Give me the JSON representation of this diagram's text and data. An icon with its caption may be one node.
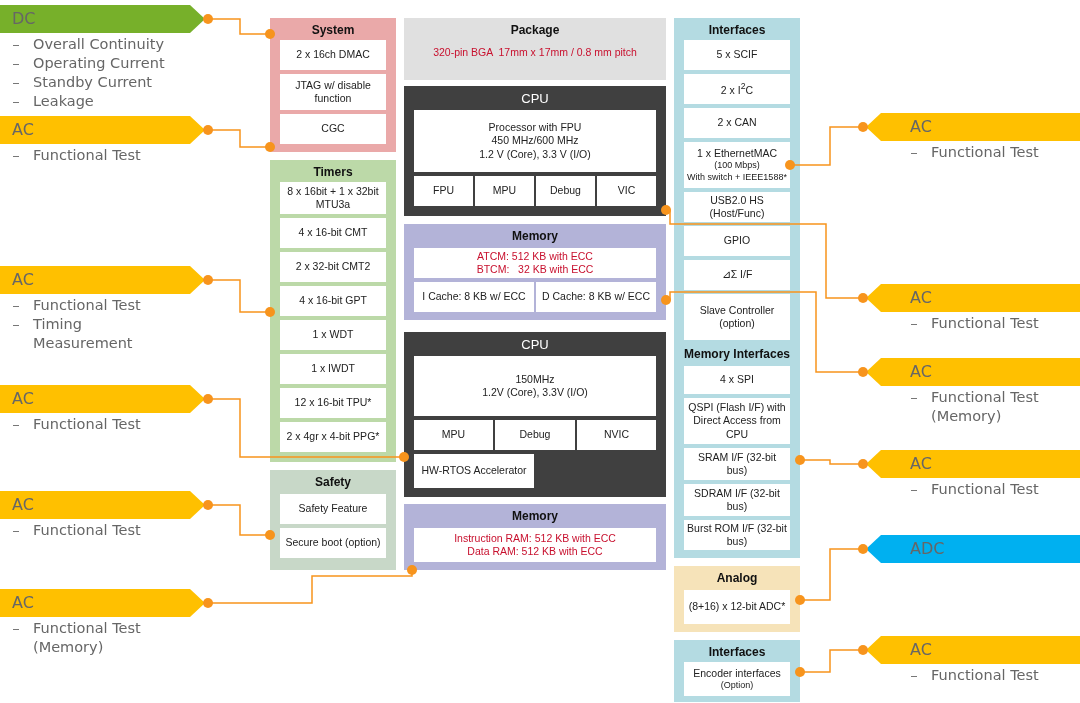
{
  "diagram": {
    "nodes": [
      {
        "text": [
          "DC",
          "Overall Continuity",
          "Operating Current",
          "Standby Current",
          "Leakage"
        ]
      },
      {
        "text": [
          "AC",
          "Functional Test"
        ]
      },
      {
        "text": [
          "AC",
          "Functional Test",
          "Timing Measurement"
        ]
      },
      {
        "text": [
          "AC",
          "Functional Test"
        ]
      },
      {
        "text": [
          "AC",
          "Functional Test"
        ]
      },
      {
        "text": [
          "AC",
          "Functional Test (Memory)"
        ]
      },
      {
        "text": [
          "System"
        ]
      },
      {
        "text": [
          "2 x 16ch DMAC"
        ],
        "in": 6
      },
      {
        "text": [
          "JTAG w/ disable function"
        ],
        "in": 6
      },
      {
        "text": [
          "CGC"
        ],
        "in": 6
      },
      {
        "text": [
          "Timers"
        ]
      },
      {
        "text": [
          "8 x 16bit + 1 x 32bit MTU3a"
        ],
        "in": 10
      },
      {
        "text": [
          "4 x 16-bit CMT"
        ],
        "in": 10
      },
      {
        "text": [
          "2 x 32-bit CMT2"
        ],
        "in": 10
      },
      {
        "text": [
          "4 x 16-bit GPT"
        ],
        "in": 10
      },
      {
        "text": [
          "1 x WDT"
        ],
        "in": 10
      },
      {
        "text": [
          "1 x IWDT"
        ],
        "in": 10
      },
      {
        "text": [
          "12 x 16-bit TPU*"
        ],
        "in": 10
      },
      {
        "text": [
          "2 x 4gr x 4-bit PPG*"
        ],
        "in": 10
      },
      {
        "text": [
          "Safety"
        ]
      },
      {
        "text": [
          "Safety Feature"
        ],
        "in": 19
      },
      {
        "text": [
          "Secure boot (option)"
        ],
        "in": 19
      },
      {
        "text": [
          "Package",
          "320-pin BGA  17mm x 17mm / 0.8 mm pitch"
        ]
      },
      {
        "text": [
          "CPU"
        ]
      },
      {
        "text": [
          "Processor with FPU",
          "450 MHz/600 MHz",
          "1.2 V (Core), 3.3 V (I/O)"
        ],
        "in": 23
      },
      {
        "text": [
          "FPU"
        ],
        "in": 23
      },
      {
        "text": [
          "MPU"
        ],
        "in": 23
      },
      {
        "text": [
          "Debug"
        ],
        "in": 23
      },
      {
        "text": [
          "VIC"
        ],
        "in": 23
      },
      {
        "text": [
          "Memory"
        ]
      },
      {
        "text": [
          "ATCM: 512 KB with ECC",
          "BTCM:   32 KB with ECC"
        ],
        "in": 29
      },
      {
        "text": [
          "I Cache: 8 KB w/ ECC"
        ],
        "in": 29
      },
      {
        "text": [
          "D Cache: 8 KB w/ ECC"
        ],
        "in": 29
      },
      {
        "text": [
          "CPU"
        ]
      },
      {
        "text": [
          "150MHz",
          "1.2V (Core), 3.3V (I/O)"
        ],
        "in": 33
      },
      {
        "text": [
          "MPU"
        ],
        "in": 33
      },
      {
        "text": [
          "Debug"
        ],
        "in": 33
      },
      {
        "text": [
          "NVIC"
        ],
        "in": 33
      },
      {
        "text": [
          "HW-RTOS Accelerator"
        ],
        "in": 33
      },
      {
        "text": [
          "Memory"
        ]
      },
      {
        "text": [
          "Instruction RAM: 512 KB with ECC",
          "Data RAM: 512 KB with ECC"
        ],
        "in": 39
      },
      {
        "text": [
          "Interfaces"
        ]
      },
      {
        "text": [
          "5 x SCIF"
        ],
        "in": 41
      },
      {
        "text": [
          "2 x I$^{2}$C"
        ],
        "in": 41
      },
      {
        "text": [
          "2 x CAN"
        ],
        "in": 41
      },
      {
        "text": [
          "1 x EthernetMAC",
          "(100 Mbps)",
          "With switch + IEEE1588*"
        ],
        "in": 41
      },
      {
        "text": [
          "USB2.0 HS (Host/Func)"
        ],
        "in": 41
      },
      {
        "text": [
          "GPIO"
        ],
        "in": 41
      },
      {
        "text": [
          "⊿Σ I/F"
        ],
        "in": 41
      },
      {
        "text": [
          "Slave Controller (option)"
        ],
        "in": 41
      },
      {
        "text": [
          "Memory Interfaces"
        ],
        "in": 41
      },
      {
        "text": [
          "4 x SPI"
        ],
        "in": 50
      },
      {
        "text": [
          "QSPI (Flash I/F) with Direct Access from CPU"
        ],
        "in": 50
      },
      {
        "text": [
          "SRAM I/F (32-bit bus)"
        ],
        "in": 50
      },
      {
        "text": [
          "SDRAM I/F (32-bit bus)"
        ],
        "in": 50
      },
      {
        "text": [
          "Burst ROM I/F (32-bit bus)"
        ],
        "in": 50
      },
      {
        "text": [
          "Analog"
        ]
      },
      {
        "text": [
          "(8+16) x 12-bit ADC*"
        ],
        "in": 56
      },
      {
        "text": [
          "Interfaces"
        ]
      },
      {
        "text": [
          "Encoder interfaces",
          "(Option)"
        ],
        "in": 58
      },
      {
        "text": [
          "AC",
          "Functional Test"
        ]
      },
      {
        "text": [
          "AC",
          "Functional Test"
        ]
      },
      {
        "text": [
          "AC",
          "Functional Test (Memory)"
        ]
      },
      {
        "text": [
          "AC",
          "Functional Test"
        ]
      },
      {
        "text": [
          "ADC"
        ]
      },
      {
        "text": [
          "AC",
          "Functional Test"
        ]
      }
    ],
    "edges": [
      {
        "from": 0,
        "to": 6,
        "arrow": "other"
      },
      {
        "from": 1,
        "to": 6,
        "arrow": "other"
      },
      {
        "from": 2,
        "to": 10,
        "arrow": "other"
      },
      {
        "from": 3,
        "to": 33,
        "arrow": "other"
      },
      {
        "from": 4,
        "to": 19,
        "arrow": "other"
      },
      {
        "from": 5,
        "to": 39,
        "arrow": "other"
      },
      {
        "from": 60,
        "to": 45,
        "arrow": "other"
      },
      {
        "from": 61,
        "to": 23,
        "arrow": "other"
      },
      {
        "from": 62,
        "to": 29,
        "arrow": "other"
      },
      {
        "from": 63,
        "to": 50,
        "arrow": "other"
      },
      {
        "from": 64,
        "to": 56,
        "arrow": "other"
      },
      {
        "from": 65,
        "to": 58,
        "arrow": "other"
      }
    ]
  }
}
